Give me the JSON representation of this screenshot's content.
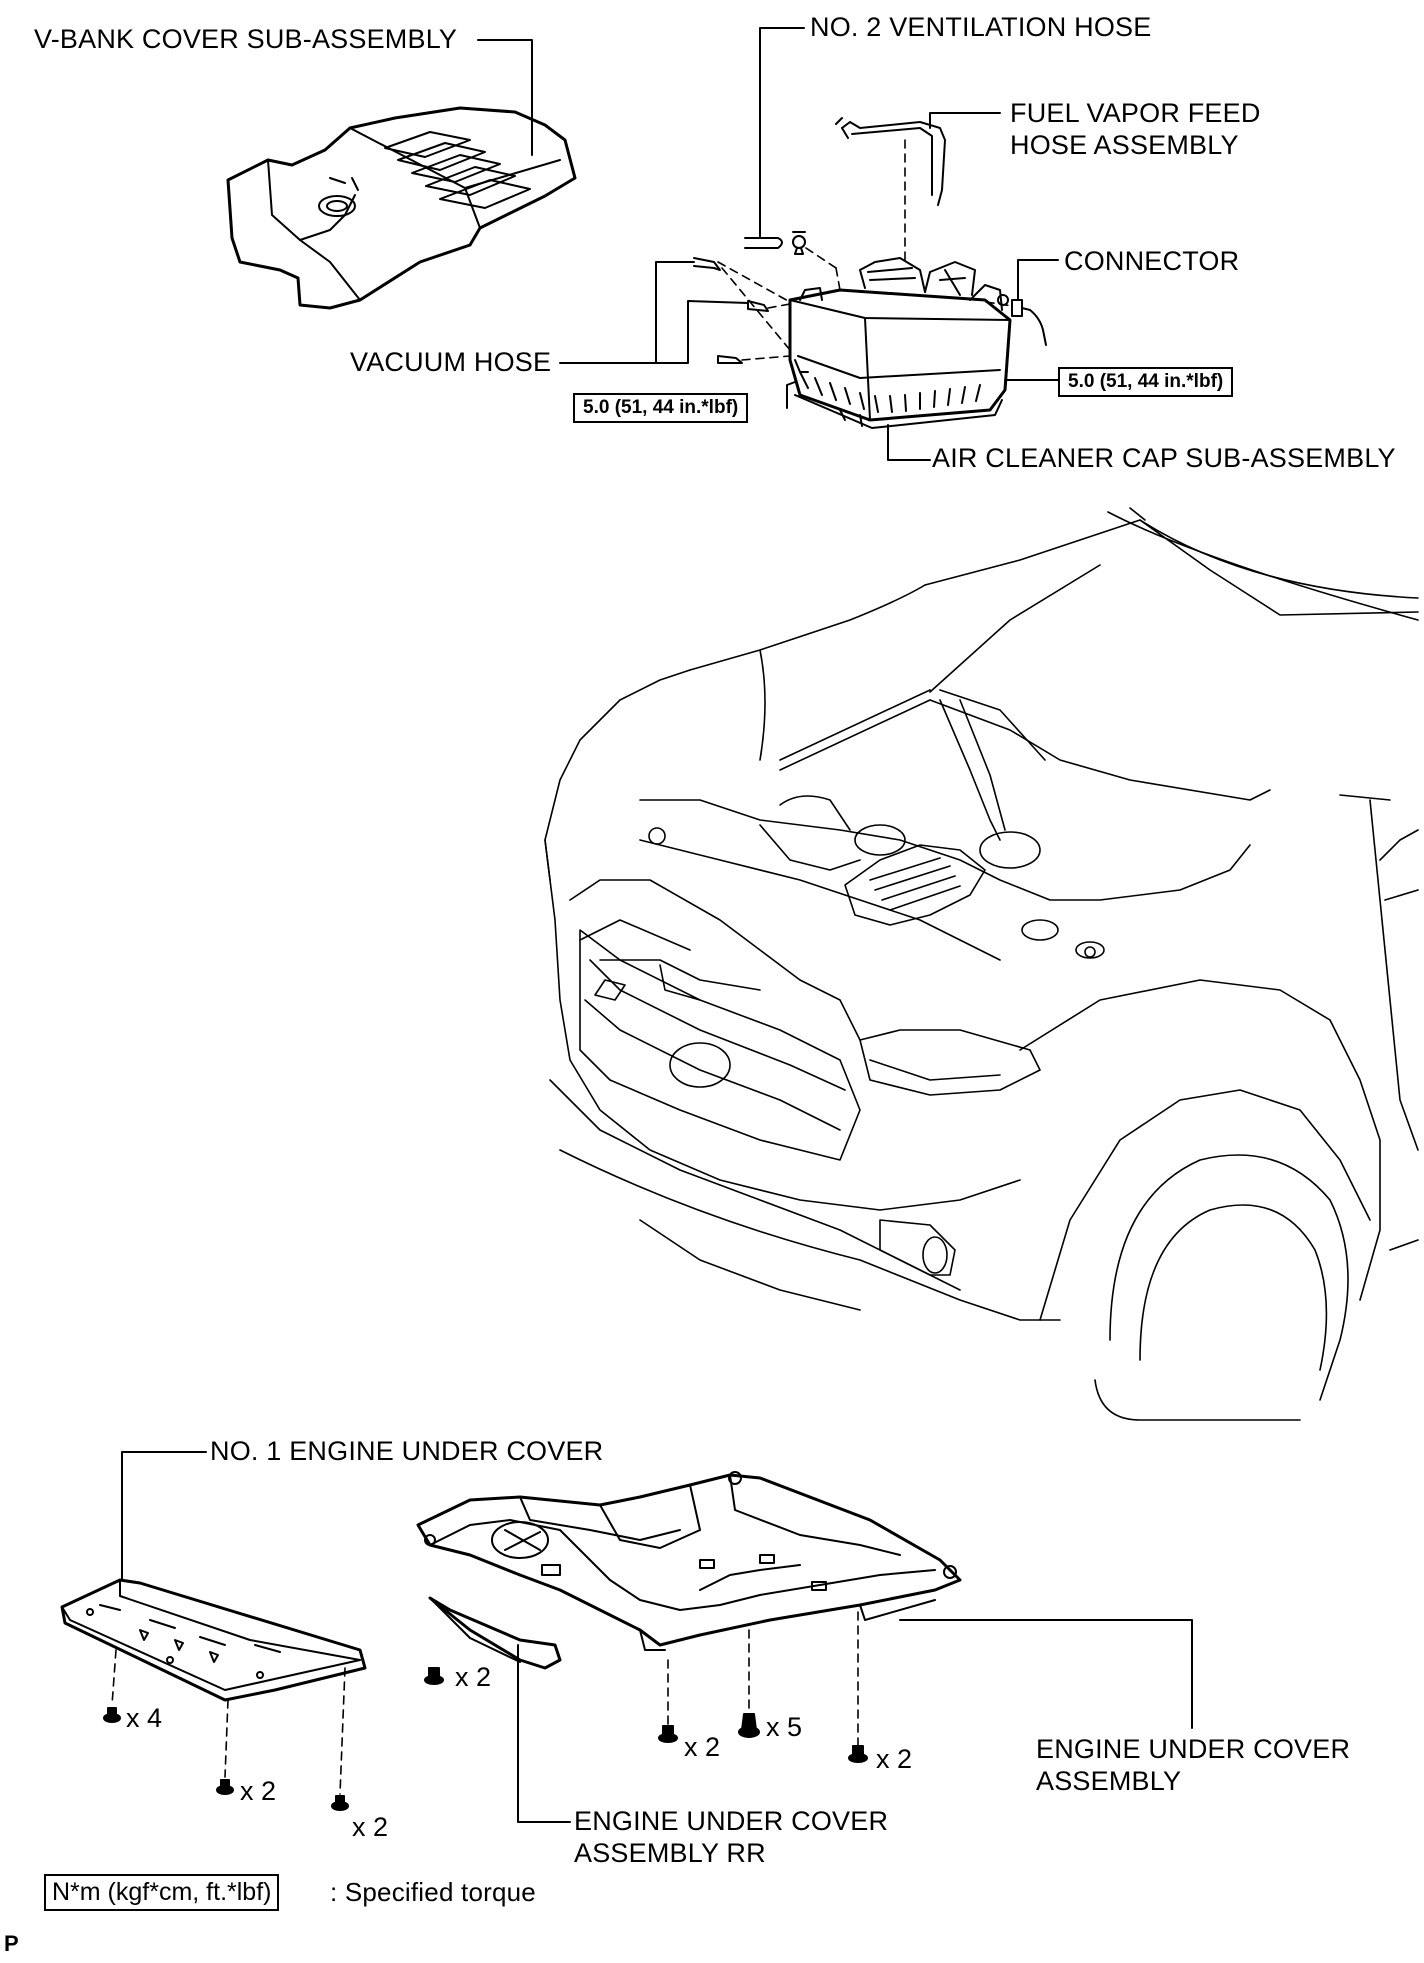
{
  "labels": {
    "v_bank_cover": "V-BANK COVER SUB-ASSEMBLY",
    "no2_vent_hose": "NO. 2 VENTILATION HOSE",
    "fuel_vapor_1": "FUEL VAPOR FEED",
    "fuel_vapor_2": "HOSE ASSEMBLY",
    "connector": "CONNECTOR",
    "vacuum_hose": "VACUUM HOSE",
    "air_cleaner_cap": "AIR CLEANER CAP SUB-ASSEMBLY",
    "no1_engine_under_cover": "NO. 1 ENGINE UNDER COVER",
    "engine_under_cover_assy_1": "ENGINE UNDER COVER",
    "engine_under_cover_assy_2": "ASSEMBLY",
    "engine_under_cover_rr_1": "ENGINE UNDER COVER",
    "engine_under_cover_rr_2": "ASSEMBLY RR"
  },
  "torque": {
    "left": "5.0 (51, 44 in.*lbf)",
    "right": "5.0 (51, 44 in.*lbf)"
  },
  "counts": {
    "c1": "x 4",
    "c2": "x 2",
    "c3": "x 2",
    "c4": "x 2",
    "c5": "x 2",
    "c6": "x 5",
    "c7": "x 2"
  },
  "legend": {
    "unit": "N*m (kgf*cm, ft.*lbf)",
    "desc": ": Specified torque"
  },
  "corner_mark": "P"
}
